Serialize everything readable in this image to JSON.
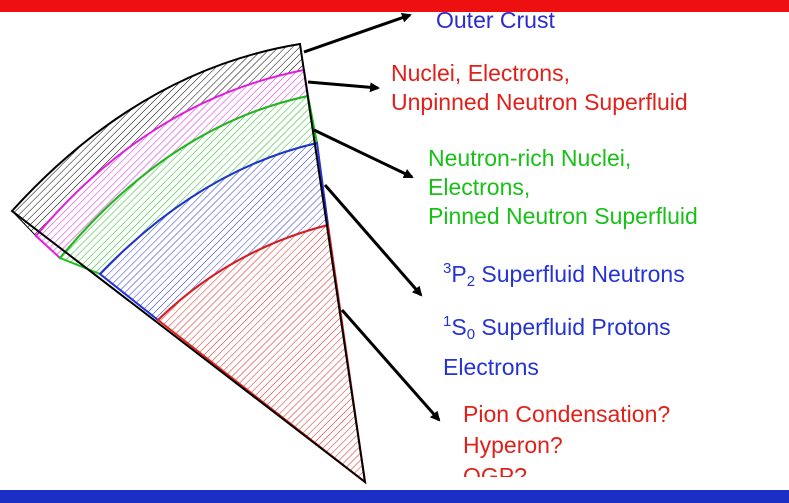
{
  "layers": [
    {
      "id": "outer-crust",
      "color": "#000000",
      "lines": [
        "Outer Crust"
      ]
    },
    {
      "id": "inner-crust",
      "color": "#e0201a",
      "lines": [
        "Nuclei, Electrons,",
        "Unpinned Neutron Superfluid"
      ]
    },
    {
      "id": "pinned-layer",
      "color": "#18c018",
      "lines": [
        "Neutron-rich Nuclei,",
        "Electrons,",
        "Pinned Neutron Superfluid"
      ]
    },
    {
      "id": "outer-core",
      "color": "#2533d4",
      "lines": [
        {
          "pre": "",
          "sup": "3",
          "main": "P",
          "sub": "2",
          "post": " Superfluid Neutrons"
        },
        {
          "pre": "",
          "sup": "1",
          "main": "S",
          "sub": "0",
          "post": " Superfluid Protons"
        },
        "Electrons"
      ]
    },
    {
      "id": "inner-core",
      "color": "#e0201a",
      "lines": [
        "Pion Condensation?",
        "Hyperon?",
        "QGP?"
      ]
    }
  ],
  "label_colors": {
    "outer-crust": "#2b2bd6",
    "inner-crust": "#e0201a",
    "pinned-layer": "#18c018",
    "outer-core": "#2533d4",
    "inner-core": "#e0201a"
  },
  "arrow_color": "#000000"
}
